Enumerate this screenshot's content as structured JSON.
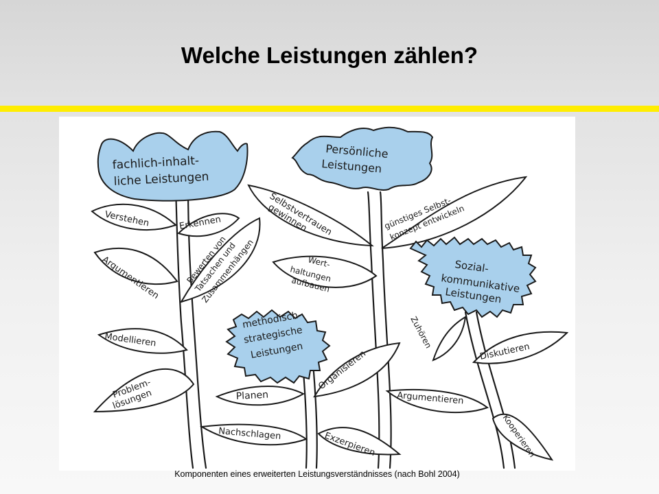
{
  "slide": {
    "title": "Welche Leistungen zählen?",
    "caption": "Komponenten eines erweiterten Leistungsverständnisses (nach Bohl 2004)"
  },
  "colors": {
    "accent_bar": "#ffed00",
    "flower_fill": "#a9d0ec",
    "ink": "#1a1a1a",
    "paper": "#ffffff"
  },
  "diagram": {
    "flowers": {
      "fachlich": [
        "fachlich-inhalt-",
        "liche Leistungen"
      ],
      "persoenlich": [
        "Persönliche",
        "Leistungen"
      ],
      "sozial": [
        "Sozial-",
        "kommunikative",
        "Leistungen"
      ],
      "methodisch": [
        "methodisch-",
        "strategische",
        "Leistungen"
      ]
    },
    "leaves": {
      "verstehen": "Verstehen",
      "erkennen": "Erkennen",
      "bewerten": [
        "Bewerten von",
        "Tatsachen und",
        "Zusammenhängen"
      ],
      "argumentieren_fach": "Argumentieren",
      "modellieren": "Modellieren",
      "problemloesungen": [
        "Problem-",
        "lösungen"
      ],
      "selbstvertrauen": [
        "Selbstvertrauen",
        "gewinnen"
      ],
      "selbstkonzept": [
        "günstiges Selbst-",
        "konzept entwickeln"
      ],
      "werthaltungen": [
        "Wert-",
        "haltungen",
        "aufbauen"
      ],
      "organisieren": "Organisieren",
      "planen": "Planen",
      "nachschlagen": "Nachschlagen",
      "exzerpieren": "Exzerpieren",
      "zuhoeren": "Zuhören",
      "diskutieren": "Diskutieren",
      "argumentieren_sozial": "Argumentieren",
      "kooperieren": "Kooperieren"
    }
  }
}
